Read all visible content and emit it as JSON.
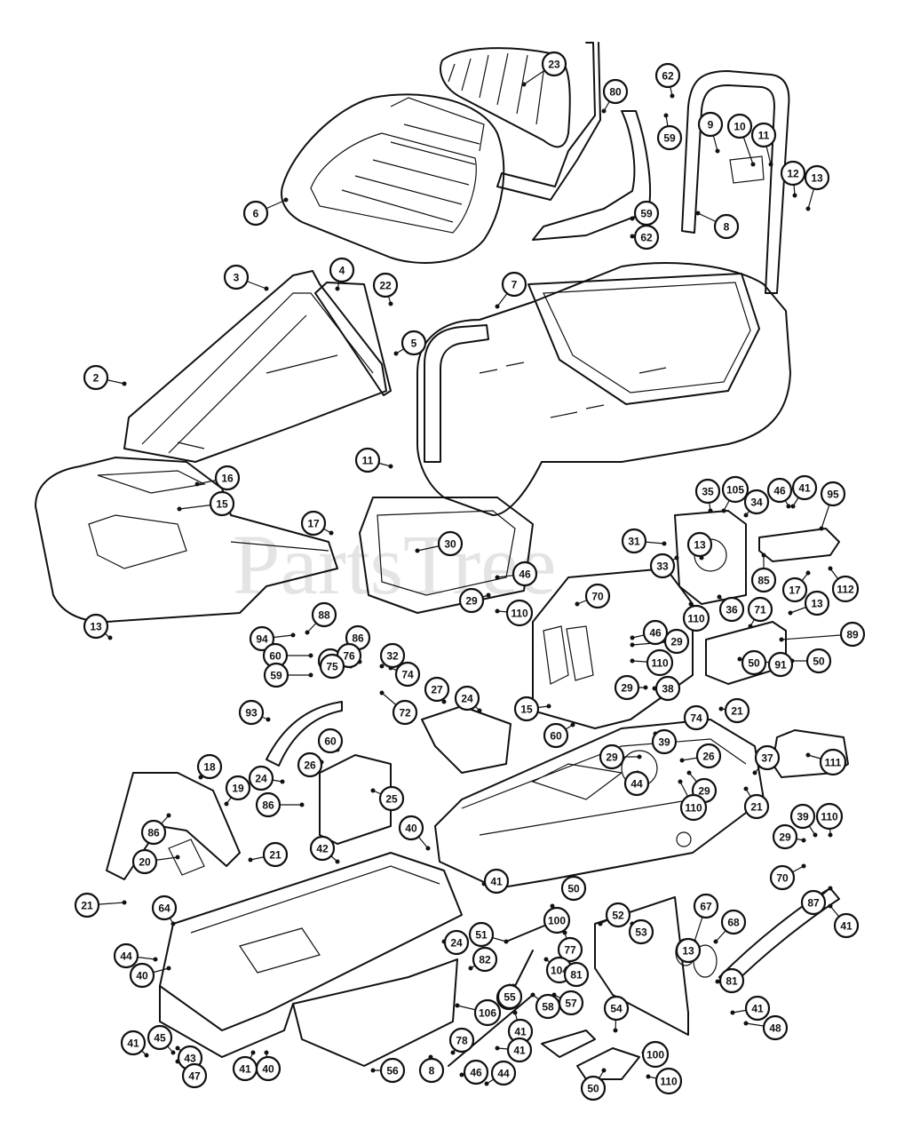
{
  "watermark": "PartsTree",
  "callouts": [
    {
      "label": "23"
    },
    {
      "label": "62"
    },
    {
      "label": "80"
    },
    {
      "label": "59"
    },
    {
      "label": "9"
    },
    {
      "label": "10"
    },
    {
      "label": "11"
    },
    {
      "label": "12"
    },
    {
      "label": "13"
    },
    {
      "label": "6"
    },
    {
      "label": "59"
    },
    {
      "label": "62"
    },
    {
      "label": "8"
    },
    {
      "label": "3"
    },
    {
      "label": "4"
    },
    {
      "label": "22"
    },
    {
      "label": "7"
    },
    {
      "label": "5"
    },
    {
      "label": "2"
    },
    {
      "label": "11"
    },
    {
      "label": "16"
    },
    {
      "label": "15"
    },
    {
      "label": "17"
    },
    {
      "label": "30"
    },
    {
      "label": "46"
    },
    {
      "label": "29"
    },
    {
      "label": "110"
    },
    {
      "label": "13"
    },
    {
      "label": "35"
    },
    {
      "label": "105"
    },
    {
      "label": "34"
    },
    {
      "label": "46"
    },
    {
      "label": "41"
    },
    {
      "label": "95"
    },
    {
      "label": "31"
    },
    {
      "label": "33"
    },
    {
      "label": "13"
    },
    {
      "label": "85"
    },
    {
      "label": "17"
    },
    {
      "label": "112"
    },
    {
      "label": "110"
    },
    {
      "label": "36"
    },
    {
      "label": "70"
    },
    {
      "label": "71"
    },
    {
      "label": "13"
    },
    {
      "label": "89"
    },
    {
      "label": "88"
    },
    {
      "label": "94"
    },
    {
      "label": "86"
    },
    {
      "label": "46"
    },
    {
      "label": "76"
    },
    {
      "label": "32"
    },
    {
      "label": "60"
    },
    {
      "label": "74"
    },
    {
      "label": "59"
    },
    {
      "label": "75"
    },
    {
      "label": "72"
    },
    {
      "label": "46"
    },
    {
      "label": "29"
    },
    {
      "label": "110"
    },
    {
      "label": "29"
    },
    {
      "label": "38"
    },
    {
      "label": "50"
    },
    {
      "label": "50"
    },
    {
      "label": "91"
    },
    {
      "label": "74"
    },
    {
      "label": "21"
    },
    {
      "label": "93"
    },
    {
      "label": "27"
    },
    {
      "label": "24"
    },
    {
      "label": "15"
    },
    {
      "label": "60"
    },
    {
      "label": "60"
    },
    {
      "label": "26"
    },
    {
      "label": "39"
    },
    {
      "label": "29"
    },
    {
      "label": "26"
    },
    {
      "label": "37"
    },
    {
      "label": "111"
    },
    {
      "label": "18"
    },
    {
      "label": "24"
    },
    {
      "label": "86"
    },
    {
      "label": "25"
    },
    {
      "label": "44"
    },
    {
      "label": "29"
    },
    {
      "label": "110"
    },
    {
      "label": "21"
    },
    {
      "label": "19"
    },
    {
      "label": "86"
    },
    {
      "label": "20"
    },
    {
      "label": "21"
    },
    {
      "label": "42"
    },
    {
      "label": "40"
    },
    {
      "label": "39"
    },
    {
      "label": "110"
    },
    {
      "label": "29"
    },
    {
      "label": "70"
    },
    {
      "label": "87"
    },
    {
      "label": "21"
    },
    {
      "label": "41"
    },
    {
      "label": "50"
    },
    {
      "label": "64"
    },
    {
      "label": "67"
    },
    {
      "label": "68"
    },
    {
      "label": "41"
    },
    {
      "label": "24"
    },
    {
      "label": "100"
    },
    {
      "label": "52"
    },
    {
      "label": "53"
    },
    {
      "label": "44"
    },
    {
      "label": "51"
    },
    {
      "label": "77"
    },
    {
      "label": "13"
    },
    {
      "label": "40"
    },
    {
      "label": "82"
    },
    {
      "label": "104"
    },
    {
      "label": "81"
    },
    {
      "label": "81"
    },
    {
      "label": "106"
    },
    {
      "label": "60"
    },
    {
      "label": "58"
    },
    {
      "label": "57"
    },
    {
      "label": "54"
    },
    {
      "label": "41"
    },
    {
      "label": "100"
    },
    {
      "label": "41"
    },
    {
      "label": "55"
    },
    {
      "label": "48"
    },
    {
      "label": "41"
    },
    {
      "label": "45"
    },
    {
      "label": "78"
    },
    {
      "label": "41"
    },
    {
      "label": "43"
    },
    {
      "label": "8"
    },
    {
      "label": "47"
    },
    {
      "label": "41"
    },
    {
      "label": "40"
    },
    {
      "label": "56"
    },
    {
      "label": "46"
    },
    {
      "label": "44"
    },
    {
      "label": "50"
    },
    {
      "label": "110"
    }
  ]
}
